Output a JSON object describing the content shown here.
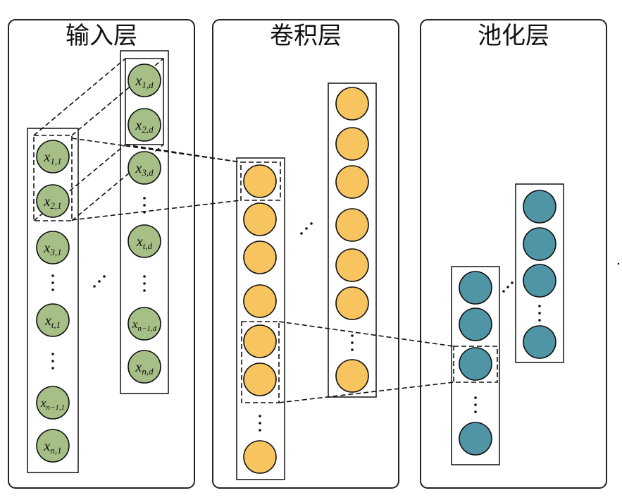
{
  "panels": {
    "input_title": "输入层",
    "conv_title": "卷积层",
    "pool_title": "池化层"
  },
  "input_layer": {
    "column1": [
      "x",
      "x",
      "x",
      "x",
      "x",
      "x"
    ],
    "column1_subscripts": [
      "1,1",
      "2,1",
      "3,1",
      "t,1",
      "n−1,1",
      "n,1"
    ],
    "column2_subscripts": [
      "1,d",
      "2,d",
      "3,d",
      "t,d",
      "n−1,d",
      "n,d"
    ]
  },
  "colors": {
    "input_node": "#a5bf86",
    "conv_node": "#f7c460",
    "pool_node": "#4f95a6"
  }
}
